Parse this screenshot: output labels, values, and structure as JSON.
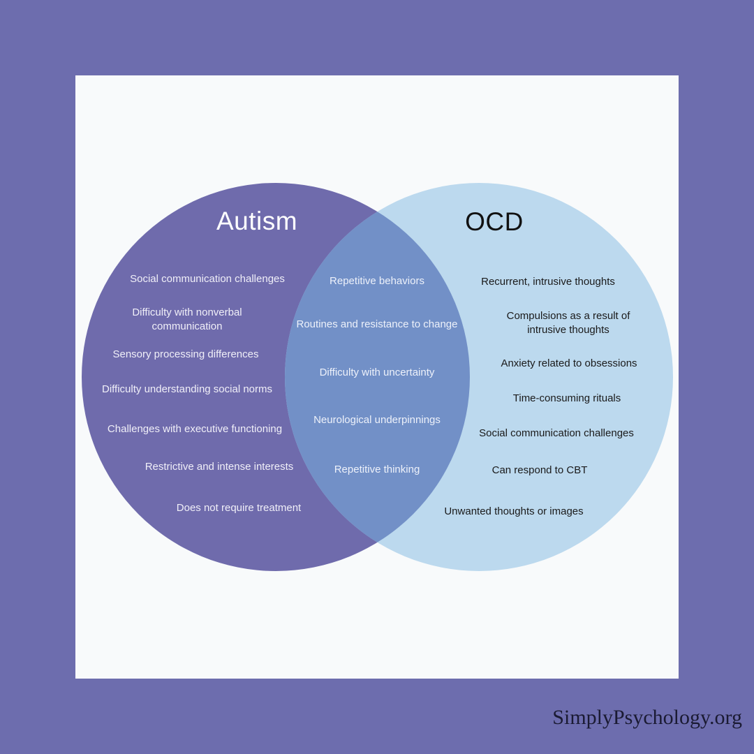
{
  "page": {
    "outer_background": "#6D6DAE",
    "card_background": "#F8FAFB",
    "watermark": "SimplyPsychology.org",
    "watermark_color": "#1B1B33"
  },
  "venn": {
    "left_circle": {
      "title": "Autism",
      "color": "#6F6BAC",
      "title_color": "#FFFFFF",
      "text_color": "#F0EFF8",
      "items": [
        "Social communication challenges",
        "Difficulty with nonverbal communication",
        "Sensory processing differences",
        "Difficulty understanding social norms",
        "Challenges with executive functioning",
        "Restrictive and intense interests",
        "Does not require treatment"
      ]
    },
    "overlap": {
      "color": "#7290C7",
      "text_color": "#EDF1FA",
      "items": [
        "Repetitive behaviors",
        "Routines and resistance to change",
        "Difficulty with uncertainty",
        "Neurological underpinnings",
        "Repetitive thinking"
      ]
    },
    "right_circle": {
      "title": "OCD",
      "color": "#BCD9EE",
      "title_color": "#111111",
      "text_color": "#1A1A1A",
      "items": [
        "Recurrent, intrusive thoughts",
        "Compulsions as a result of intrusive thoughts",
        "Anxiety related to obsessions",
        "Time-consuming rituals",
        "Social communication challenges",
        "Can respond to CBT",
        "Unwanted thoughts or images"
      ]
    }
  }
}
